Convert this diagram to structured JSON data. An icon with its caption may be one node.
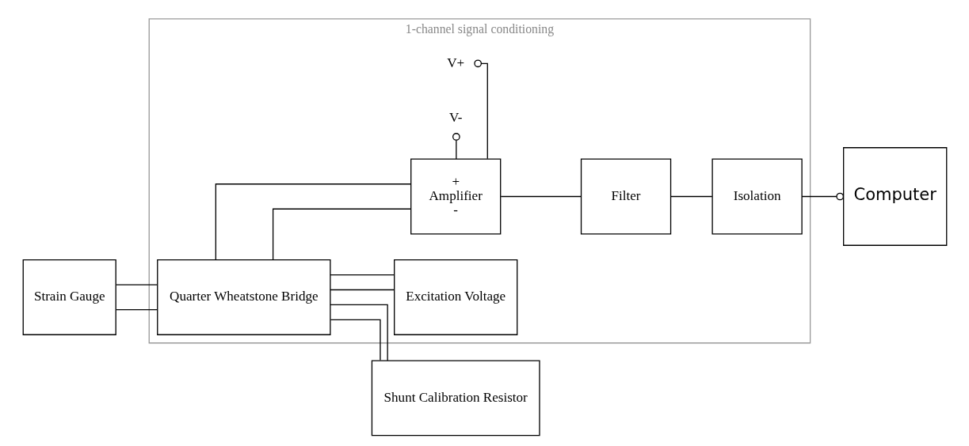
{
  "diagram": {
    "nodes": [
      {
        "text": [
          "1-channel signal conditioning"
        ]
      },
      {
        "text": [
          "Strain Gauge"
        ]
      },
      {
        "text": [
          "Excitation Voltage"
        ],
        "in": 0
      },
      {
        "text": [
          "Quarter Wheatstone Bridge"
        ],
        "in": 0
      },
      {
        "text": [
          "+",
          "Amplifier",
          "-"
        ],
        "in": 0
      },
      {
        "text": [
          "V+"
        ],
        "in": 0
      },
      {
        "text": [
          "V-"
        ],
        "in": 0
      },
      {
        "text": [
          "Filter"
        ],
        "in": 0
      },
      {
        "text": [
          "Isolation"
        ],
        "in": 0
      },
      {
        "text": [
          "Computer"
        ]
      },
      {
        "text": [
          "Shunt Calibration Resistor"
        ]
      }
    ],
    "edges": [
      {
        "from": 1,
        "to": 3,
        "arrow": "none"
      },
      {
        "from": 1,
        "to": 3,
        "arrow": "none"
      },
      {
        "from": 3,
        "to": 2,
        "arrow": "none"
      },
      {
        "from": 3,
        "to": 2,
        "arrow": "none"
      },
      {
        "from": 3,
        "to": 4,
        "arrow": "none"
      },
      {
        "from": 3,
        "to": 4,
        "arrow": "none"
      },
      {
        "from": 4,
        "to": 5,
        "arrow": "other"
      },
      {
        "from": 4,
        "to": 6,
        "arrow": "other"
      },
      {
        "from": 4,
        "to": 7,
        "arrow": "none"
      },
      {
        "from": 7,
        "to": 8,
        "arrow": "none"
      },
      {
        "from": 8,
        "to": 9,
        "arrow": "other"
      },
      {
        "from": 3,
        "to": 10,
        "arrow": "none"
      },
      {
        "from": 3,
        "to": 10,
        "arrow": "none"
      }
    ]
  }
}
